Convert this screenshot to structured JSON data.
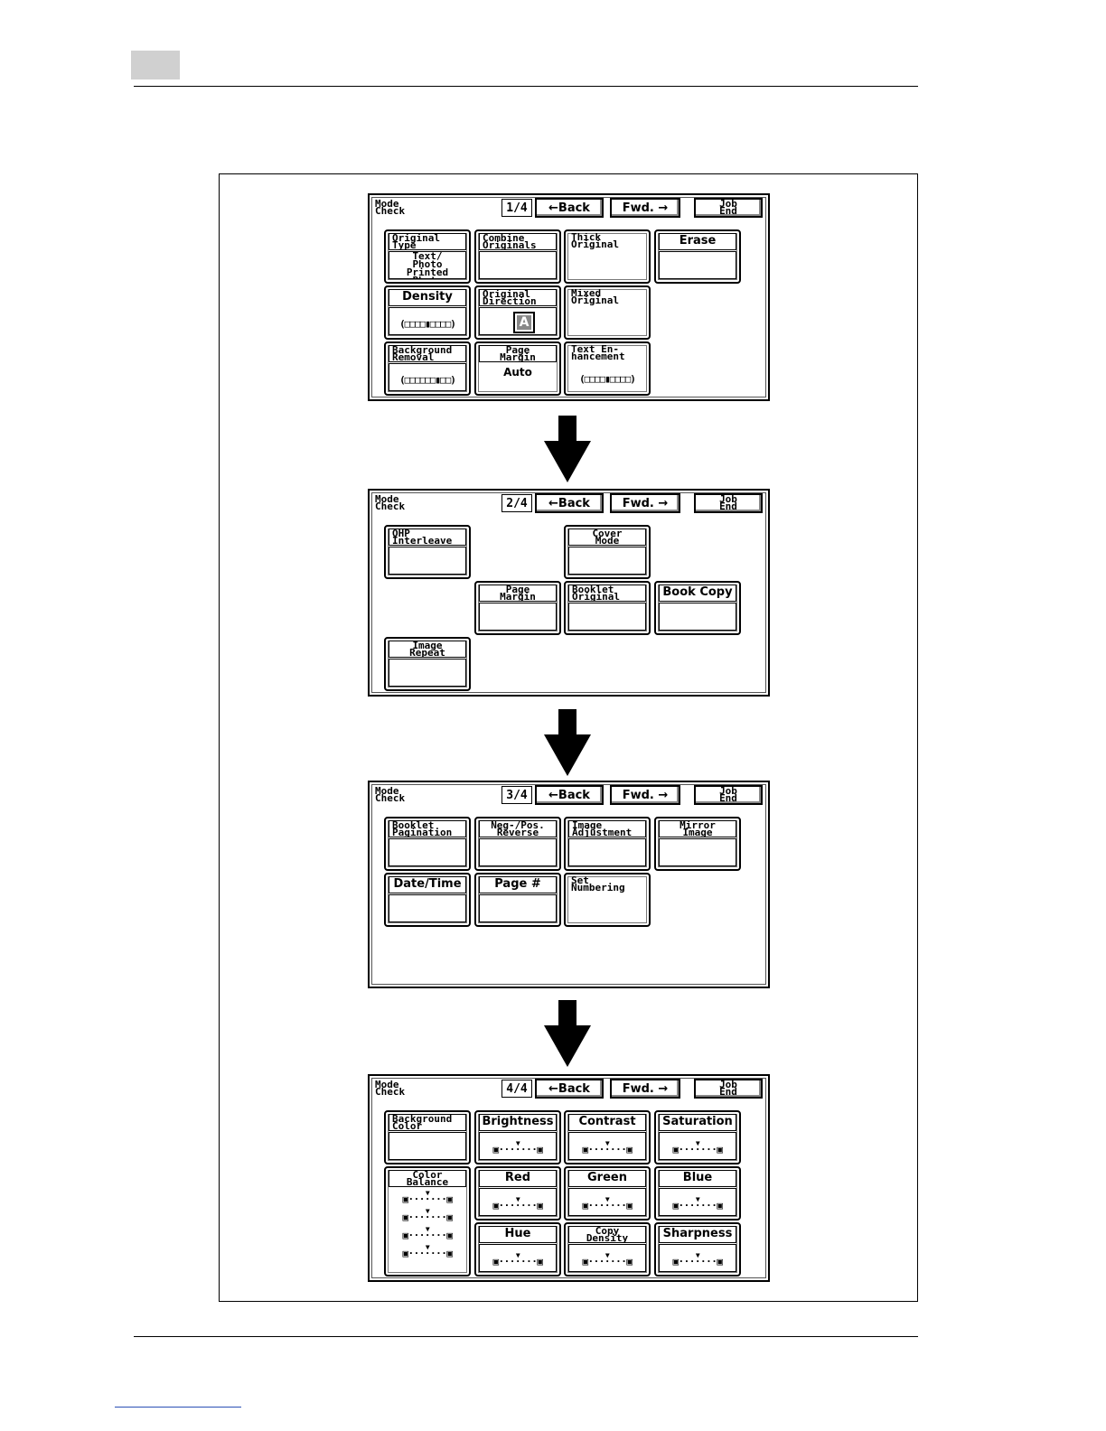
{
  "screens": [
    {
      "mode_check": "Mode\nCheck",
      "pager": "1/4",
      "back": "←Back",
      "fwd": "Fwd. →",
      "job_end": "Job\nEnd",
      "cells": {
        "original_type": {
          "label": "Original\nType",
          "value": "Text/\nPhoto\nPrinted\nPhoto"
        },
        "combine_originals": {
          "label": "Combine\nOriginals"
        },
        "thick_original": {
          "label": "Thick\nOriginal"
        },
        "erase": {
          "label": "Erase"
        },
        "density": {
          "label": "Density",
          "level": "(□□□□▮□□□□)"
        },
        "original_direction": {
          "label": "Original\nDirection",
          "icon_letter": "A"
        },
        "mixed_original": {
          "label": "Mixed\nOriginal"
        },
        "background_removal": {
          "label": "Background\nRemoval",
          "level": "(□□□□□□▮□□)"
        },
        "page_margin": {
          "label": "Page\nMargin",
          "value": "Auto"
        },
        "text_enhancement": {
          "label": "Text En-\nhancement",
          "level": "(□□□□▮□□□□)"
        }
      }
    },
    {
      "mode_check": "Mode\nCheck",
      "pager": "2/4",
      "back": "←Back",
      "fwd": "Fwd. →",
      "job_end": "Job\nEnd",
      "cells": {
        "ohp_interleave": {
          "label": "OHP\nInterleave"
        },
        "cover_mode": {
          "label": "Cover\nMode"
        },
        "page_margin": {
          "label": "Page\nMargin"
        },
        "booklet_original": {
          "label": "Booklet\nOriginal"
        },
        "book_copy": {
          "label": "Book Copy"
        },
        "image_repeat": {
          "label": "Image\nRepeat"
        }
      }
    },
    {
      "mode_check": "Mode\nCheck",
      "pager": "3/4",
      "back": "←Back",
      "fwd": "Fwd. →",
      "job_end": "Job\nEnd",
      "cells": {
        "booklet_pagination": {
          "label": "Booklet\nPagination"
        },
        "neg_pos_reverse": {
          "label": "Neg-/Pos.\nReverse"
        },
        "image_adjustment": {
          "label": "Image\nAdjustment"
        },
        "mirror_image": {
          "label": "Mirror\nImage"
        },
        "date_time": {
          "label": "Date/Time"
        },
        "page_number": {
          "label": "Page #"
        },
        "set_numbering": {
          "label": "Set\nNumbering"
        }
      }
    },
    {
      "mode_check": "Mode\nCheck",
      "pager": "4/4",
      "back": "←Back",
      "fwd": "Fwd. →",
      "job_end": "Job\nEnd",
      "scale": "▣·······▣",
      "cells": {
        "background_color": {
          "label": "Background\nColor"
        },
        "brightness": {
          "label": "Brightness"
        },
        "contrast": {
          "label": "Contrast"
        },
        "saturation": {
          "label": "Saturation"
        },
        "color_balance": {
          "label": "Color\nBalance"
        },
        "red": {
          "label": "Red"
        },
        "green": {
          "label": "Green"
        },
        "blue": {
          "label": "Blue"
        },
        "hue": {
          "label": "Hue"
        },
        "copy_density": {
          "label": "Copy\nDensity"
        },
        "sharpness": {
          "label": "Sharpness"
        }
      }
    }
  ]
}
